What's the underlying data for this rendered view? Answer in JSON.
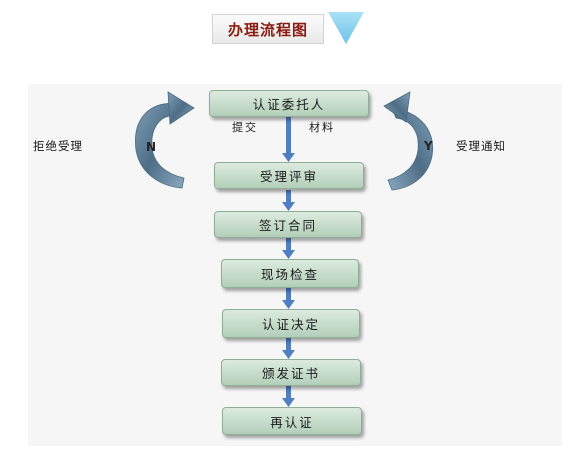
{
  "title": "办理流程图",
  "steps": [
    "认证委托人",
    "受理评审",
    "签订合同",
    "现场检查",
    "认证决定",
    "颁发证书",
    "再认证"
  ],
  "submit_left": "提交",
  "submit_right": "材料",
  "reject_label": "拒绝受理",
  "reject_letter": "N",
  "accept_label": "受理通知",
  "accept_letter": "Y",
  "colors": {
    "title_text": "#8b1a10",
    "title_triangle": "#8fd3f0",
    "step_fill_top": "#dcebdf",
    "step_fill_bottom": "#b2cfb9",
    "arrow": "#4f7fc0",
    "curved_arrow": "#6f8fa8"
  }
}
